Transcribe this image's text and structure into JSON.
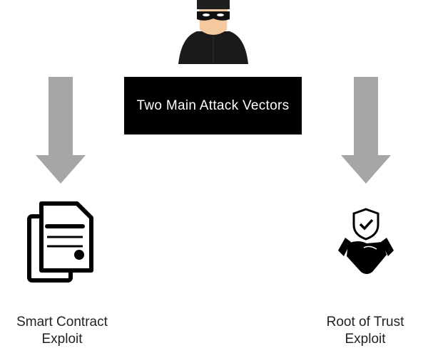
{
  "title": "Two Main Attack Vectors",
  "vectors": [
    {
      "label_line1": "Smart Contract",
      "label_line2": "Exploit"
    },
    {
      "label_line1": "Root of Trust",
      "label_line2": "Exploit"
    }
  ],
  "colors": {
    "arrow": "#a6a6a6",
    "box": "#000000",
    "skin": "#f5c9a0"
  }
}
